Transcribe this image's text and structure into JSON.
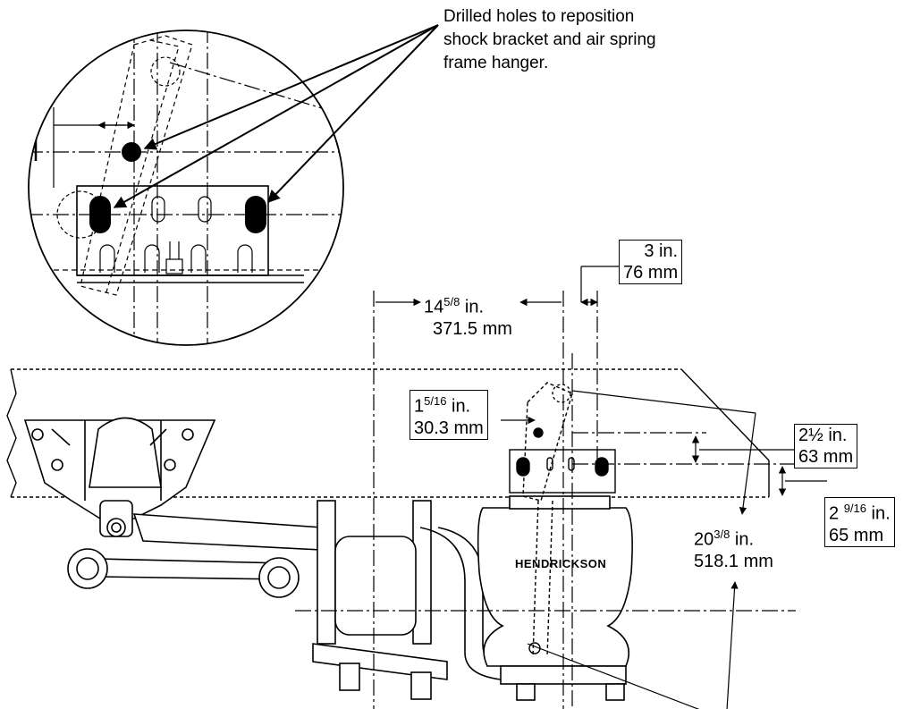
{
  "callout": {
    "line1": "Drilled holes to reposition",
    "line2": "shock bracket and air spring",
    "line3": "frame hanger."
  },
  "dimensions": {
    "three_in": {
      "imperial": "3 in.",
      "metric": "76 mm"
    },
    "fourteen": {
      "imperial_whole": "14",
      "imperial_frac": "5/8",
      "imperial_unit": " in.",
      "metric": "371.5 mm"
    },
    "one_five_sixteenths": {
      "imperial_whole": "1",
      "imperial_frac": "5/16",
      "imperial_unit": " in.",
      "metric": "30.3 mm"
    },
    "two_half": {
      "imperial": "2½ in.",
      "metric": "63 mm"
    },
    "two_nine_sixteenths": {
      "imperial_whole": "2 ",
      "imperial_frac": "9/16",
      "imperial_unit": " in.",
      "metric": "65 mm"
    },
    "twenty": {
      "imperial_whole": "20",
      "imperial_frac": "3/8",
      "imperial_unit": " in.",
      "metric": "518.1 mm"
    }
  },
  "brand": "HENDRICKSON",
  "colors": {
    "line": "#000000",
    "background": "#ffffff",
    "hole_fill": "#000000"
  }
}
